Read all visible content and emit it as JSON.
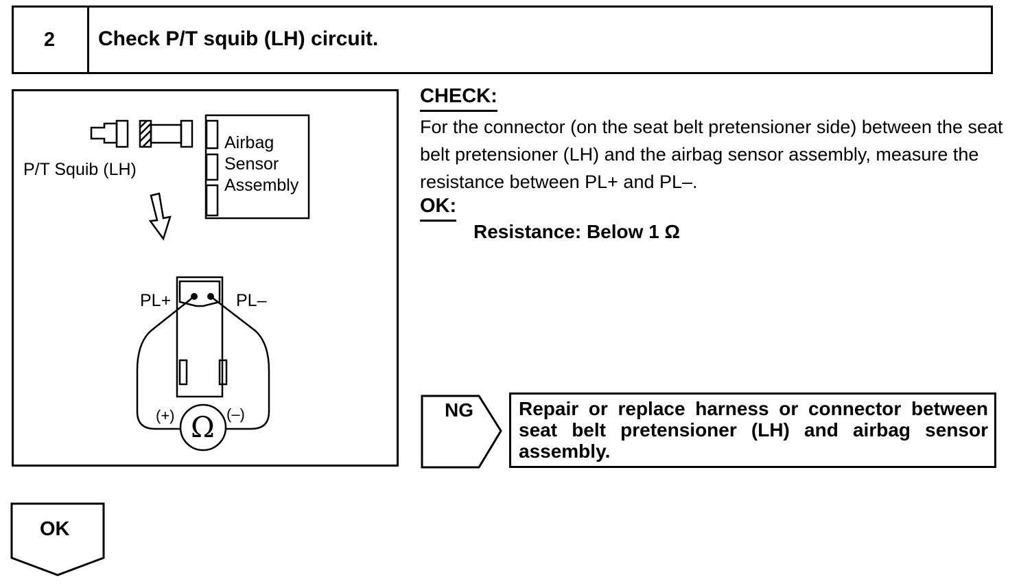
{
  "step": {
    "number": "2",
    "title": "Check P/T squib (LH) circuit."
  },
  "figure": {
    "squib_label": "P/T Squib (LH)",
    "sensor_label_line1": "Airbag",
    "sensor_label_line2": "Sensor",
    "sensor_label_line3": "Assembly",
    "terminal_plus": "PL+",
    "terminal_minus": "PL–",
    "meter_plus": "(+)",
    "meter_minus": "(–)",
    "ohm_symbol": "Ω",
    "arrow_icon": "down-arrow-icon"
  },
  "check": {
    "title": "CHECK:",
    "body": "For the connector (on the seat belt pretensioner side) between the seat belt pretensioner (LH) and the airbag sensor assembly, measure the resistance between PL+ and PL–."
  },
  "ok_spec": {
    "title": "OK:",
    "value": "Resistance: Below 1 Ω"
  },
  "ng": {
    "label": "NG",
    "action": "Repair or replace harness or connector between seat belt pretensioner (LH) and airbag sensor assembly."
  },
  "ok_flow": {
    "label": "OK"
  }
}
